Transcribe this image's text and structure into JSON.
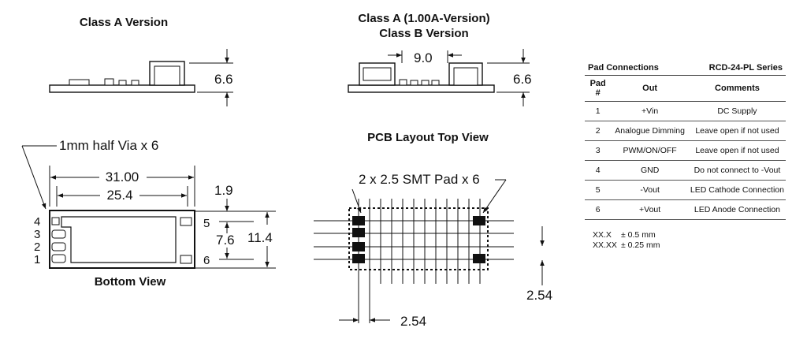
{
  "headings": {
    "class_a": "Class A Version",
    "class_a_100_line1": "Class A (1.00A-Version)",
    "class_a_100_line2": "Class B Version",
    "pcb_layout": "PCB Layout Top View",
    "bottom_view": "Bottom View"
  },
  "dimensions": {
    "height_a": "6.6",
    "height_b": "6.6",
    "gap": "9.0",
    "length_total": "31.00",
    "length_inner": "25.4",
    "width_total": "11.4",
    "pad_spacing": "7.6",
    "pad_offset": "1.9",
    "pitch_v": "2.54",
    "pitch_h": "2.54"
  },
  "callouts": {
    "via": "1mm half Via x 6",
    "smt_pad": "2 x 2.5 SMT Pad x 6"
  },
  "pins": {
    "left": [
      "4",
      "3",
      "2",
      "1"
    ],
    "right_top": "5",
    "right_bottom": "6"
  },
  "pad_table": {
    "title": "Pad Connections",
    "series": "RCD-24-PL Series",
    "headers": [
      "Pad #",
      "Out",
      "Comments"
    ],
    "rows": [
      [
        "1",
        "+Vin",
        "DC Supply"
      ],
      [
        "2",
        "Analogue Dimming",
        "Leave open if not used"
      ],
      [
        "3",
        "PWM/ON/OFF",
        "Leave open if not used"
      ],
      [
        "4",
        "GND",
        "Do not connect to -Vout"
      ],
      [
        "5",
        "-Vout",
        "LED Cathode Connection"
      ],
      [
        "6",
        "+Vout",
        "LED Anode Connection"
      ]
    ]
  },
  "tolerances": [
    {
      "format": "XX.X",
      "value": "± 0.5 mm"
    },
    {
      "format": "XX.XX",
      "value": "± 0.25 mm"
    }
  ]
}
